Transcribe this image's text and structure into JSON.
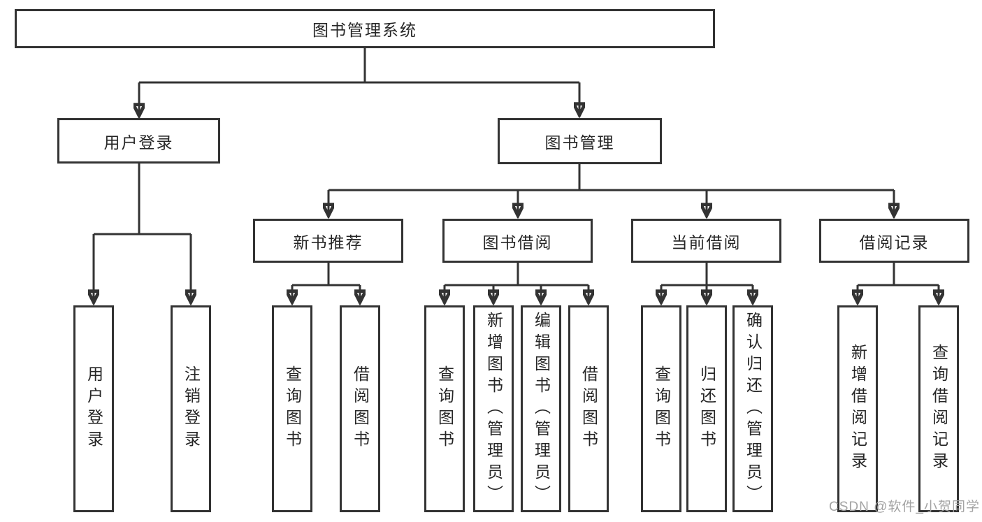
{
  "diagram": {
    "type": "hierarchy-diagram",
    "tree": {
      "root": {
        "label": "图书管理系统",
        "children": [
          {
            "label": "用户登录",
            "children": [
              {
                "label": "用户登录"
              },
              {
                "label": "注销登录"
              }
            ]
          },
          {
            "label": "图书管理",
            "children": [
              {
                "label": "新书推荐",
                "children": [
                  {
                    "label": "查询图书"
                  },
                  {
                    "label": "借阅图书"
                  }
                ]
              },
              {
                "label": "图书借阅",
                "children": [
                  {
                    "label": "查询图书"
                  },
                  {
                    "label": "新增图书（管理员）"
                  },
                  {
                    "label": "编辑图书（管理员）"
                  },
                  {
                    "label": "借阅图书"
                  }
                ]
              },
              {
                "label": "当前借阅",
                "children": [
                  {
                    "label": "查询图书"
                  },
                  {
                    "label": "归还图书"
                  },
                  {
                    "label": "确认归还（管理员）"
                  }
                ]
              },
              {
                "label": "借阅记录",
                "children": [
                  {
                    "label": "新增借阅记录"
                  },
                  {
                    "label": "查询借阅记录"
                  }
                ]
              }
            ]
          }
        ]
      }
    },
    "colors": {
      "line": "#333333",
      "box_border": "#333333",
      "box_fill": "#ffffff",
      "text": "#262626",
      "watermark": "#a3a3a3",
      "background": "#ffffff"
    }
  },
  "watermark": {
    "text": "CSDN @软件_小贺同学"
  }
}
